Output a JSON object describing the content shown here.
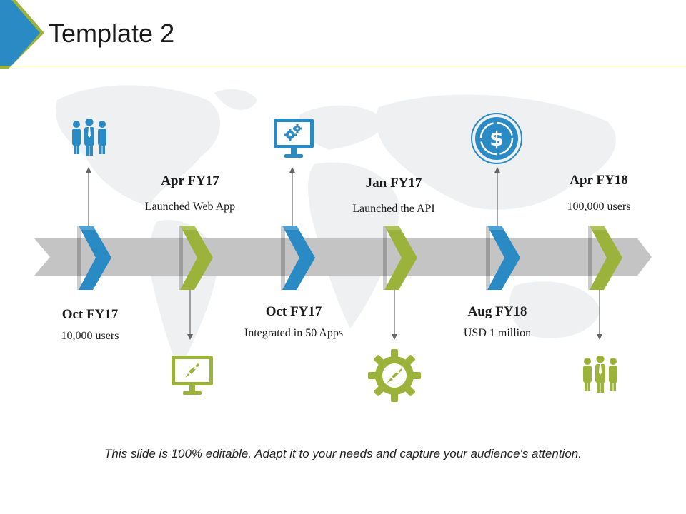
{
  "slide": {
    "title": "Template 2",
    "footer": "This slide is 100% editable. Adapt it to your needs and capture your audience's attention."
  },
  "colors": {
    "blue": "#2a8ac4",
    "green": "#9bb33a",
    "band": "#c4c4c4",
    "map": "#eef0f2"
  },
  "milestones": [
    {
      "date": "Oct FY17",
      "desc": "10,000 users",
      "color": "blue",
      "icon": "people-group-icon"
    },
    {
      "date": "Apr FY17",
      "desc": "Launched Web App",
      "color": "green",
      "icon": "monitor-rocket-icon"
    },
    {
      "date": "Oct FY17",
      "desc": "Integrated in 50 Apps",
      "color": "blue",
      "icon": "monitor-gears-icon"
    },
    {
      "date": "Jan FY17",
      "desc": "Launched the API",
      "color": "green",
      "icon": "gear-rocket-icon"
    },
    {
      "date": "Aug FY18",
      "desc": "USD 1 million",
      "color": "blue",
      "icon": "dollar-coin-icon"
    },
    {
      "date": "Apr FY18",
      "desc": "100,000 users",
      "color": "green",
      "icon": "people-group-icon"
    }
  ]
}
